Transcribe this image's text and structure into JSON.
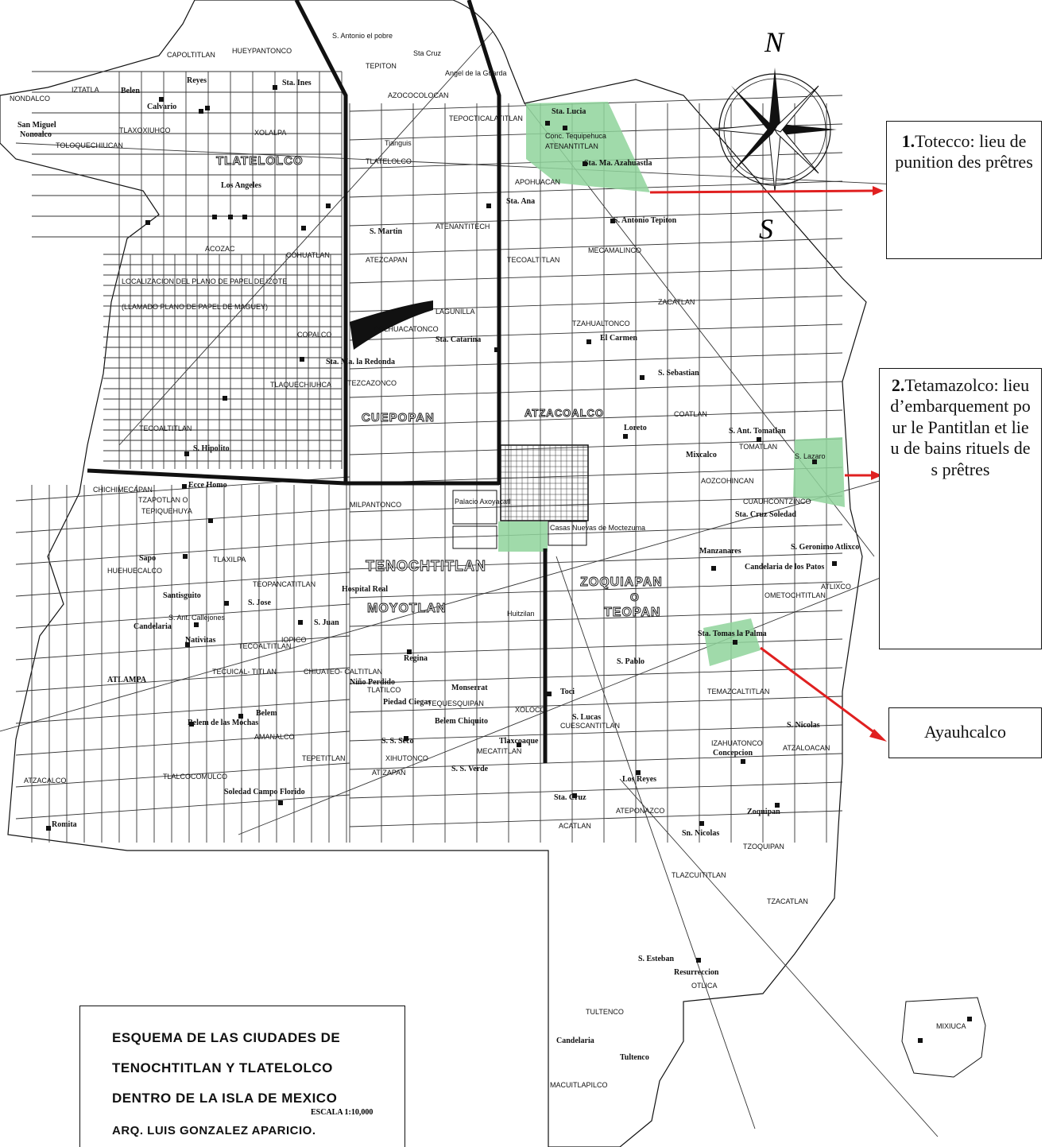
{
  "legend": {
    "line1": "ESQUEMA DE LAS CIUDADES DE",
    "line2": "TENOCHTITLAN Y TLATELOLCO",
    "line3": "DENTRO DE LA ISLA DE MEXICO",
    "scale": "ESCALA 1:10,000",
    "author": "ARQ. LUIS GONZALEZ APARICIO."
  },
  "compass": {
    "north": "N",
    "south": "S"
  },
  "annotations": {
    "a1_num": "1.",
    "a1_text": "Totecco: lieu de punition des prêtres",
    "a2_num": "2.",
    "a2_text": "Tetamazolco: lieu d’embarquement pour le Pantitlan et lieu de bains rituels des prêtres",
    "a3_text": "Ayauhcalco"
  },
  "colors": {
    "highlight": "#8fd49b",
    "arrow": "#e02020",
    "ink": "#111111"
  },
  "districts": {
    "tlatelolco": "TLATELOLCO",
    "cuepopan": "CUEPOPAN",
    "atzacoalco": "ATZACOALCO",
    "tenochtitlan": "TENOCHTITLAN",
    "moyotlan": "MOYOTLAN",
    "zoquiapan": "ZOQUIAPAN",
    "o": "O",
    "teopan": "TEOPAN"
  },
  "places": [
    {
      "id": "nondalco",
      "text": "NONDALCO"
    },
    {
      "id": "san_miguel",
      "text": "San Miguel"
    },
    {
      "id": "nonoalco",
      "text": "Nonoalco"
    },
    {
      "id": "iztatla",
      "text": "IZTATLA"
    },
    {
      "id": "belen1",
      "text": "Belen"
    },
    {
      "id": "reyes",
      "text": "Reyes"
    },
    {
      "id": "calvario",
      "text": "Calvario"
    },
    {
      "id": "capoltitlan",
      "text": "CAPOLTITLAN"
    },
    {
      "id": "hueypantonco",
      "text": "HUEYPANTONCO"
    },
    {
      "id": "tepiton",
      "text": "TEPITON"
    },
    {
      "id": "s_antonio_pobre",
      "text": "S. Antonio el pobre"
    },
    {
      "id": "sta_cruz1",
      "text": "Sta Cruz"
    },
    {
      "id": "angel_guarda",
      "text": "Angel de la Guarda"
    },
    {
      "id": "azococolocan",
      "text": "AZOCOCOLOCAN"
    },
    {
      "id": "sta_ines",
      "text": "Sta. Ines"
    },
    {
      "id": "tlaxoxiuhco",
      "text": "TLAXOXIUHCO"
    },
    {
      "id": "xolalpa",
      "text": "XOLALPA"
    },
    {
      "id": "toloquechiucan",
      "text": "TOLOQUECHIUCAN"
    },
    {
      "id": "tianguis",
      "text": "Tianguis"
    },
    {
      "id": "tlatelolco_small",
      "text": "TLATELOLCO"
    },
    {
      "id": "tepocticalatitlan",
      "text": "TEPOCTICALATITLAN"
    },
    {
      "id": "sta_lucia",
      "text": "Sta. Lucia"
    },
    {
      "id": "conc_tequipehuca",
      "text": "Conc. Tequipehuca"
    },
    {
      "id": "atenantitlan",
      "text": "ATENANTITLAN"
    },
    {
      "id": "sta_ma_azahuastla",
      "text": "Sta. Ma. Azahuastla"
    },
    {
      "id": "apohuacan",
      "text": "APOHUACAN"
    },
    {
      "id": "los_angeles",
      "text": "Los Angeles"
    },
    {
      "id": "sta_ana",
      "text": "Sta. Ana"
    },
    {
      "id": "s_antonio_tepiton",
      "text": "S. Antonio Tepiton"
    },
    {
      "id": "s_martin",
      "text": "S. Martin"
    },
    {
      "id": "atenantitech",
      "text": "ATENANTITECH"
    },
    {
      "id": "acozac",
      "text": "ACOZAC"
    },
    {
      "id": "cohuatlan",
      "text": "COHUATLAN"
    },
    {
      "id": "atezcapan",
      "text": "ATEZCAPAN"
    },
    {
      "id": "tecoaltitlan1",
      "text": "TECOALTITLAN"
    },
    {
      "id": "mecamalinco",
      "text": "MECAMALINCO"
    },
    {
      "id": "localizacion",
      "text": "LOCALIZACION DEL PLANO DE PAPEL DE IZOTE"
    },
    {
      "id": "llamado",
      "text": "(LLAMADO PLANO DE PAPEL DE MAGUEY)"
    },
    {
      "id": "zacatlan",
      "text": "ZACATLAN"
    },
    {
      "id": "lagunilla",
      "text": "LAGUNILLA"
    },
    {
      "id": "copalco",
      "text": "COPALCO"
    },
    {
      "id": "colhuacatonco",
      "text": "COLHUACATONCO"
    },
    {
      "id": "tzahualtonco",
      "text": "TZAHUALTONCO"
    },
    {
      "id": "el_carmen",
      "text": "El Carmen"
    },
    {
      "id": "sta_catarina",
      "text": "Sta. Catarina"
    },
    {
      "id": "sta_ma_redonda",
      "text": "Sta. Ma. la Redonda"
    },
    {
      "id": "s_sebastian",
      "text": "S. Sebastian"
    },
    {
      "id": "tlaquechiuhca",
      "text": "TLAQUECHIUHCA"
    },
    {
      "id": "tezcazonco",
      "text": "TEZCAZONCO"
    },
    {
      "id": "coatlan",
      "text": "COATLAN"
    },
    {
      "id": "loreto",
      "text": "Loreto"
    },
    {
      "id": "tecoaltitlan2",
      "text": "TECOALTITLAN"
    },
    {
      "id": "s_ant_tomatlan",
      "text": "S. Ant. Tomatlan"
    },
    {
      "id": "tomatlan",
      "text": "TOMATLAN"
    },
    {
      "id": "s_hipolito",
      "text": "S. Hipolito"
    },
    {
      "id": "mixcalco",
      "text": "Mixcalco"
    },
    {
      "id": "s_lazaro",
      "text": "S. Lazaro"
    },
    {
      "id": "chichimecapan",
      "text": "CHICHIMECAPAN"
    },
    {
      "id": "ecce_homo",
      "text": "Ecce Homo"
    },
    {
      "id": "aozcohincan",
      "text": "AOZCOHINCAN"
    },
    {
      "id": "tzapotlan",
      "text": "TZAPOTLAN O"
    },
    {
      "id": "tepiquehuya",
      "text": "TEPIQUEHUYA"
    },
    {
      "id": "milpantonco",
      "text": "MILPANTONCO"
    },
    {
      "id": "palacio",
      "text": "Palacio Axoyacatl"
    },
    {
      "id": "cuauhcontzinco",
      "text": "CUAUHCONTZINCO"
    },
    {
      "id": "sta_cruz_soledad",
      "text": "Sta. Cruz Soledad"
    },
    {
      "id": "casas_nuevas",
      "text": "Casas Nuevas de Moctezuma"
    },
    {
      "id": "sapo",
      "text": "Sapo"
    },
    {
      "id": "huehuecalco",
      "text": "HUEHUECALCO"
    },
    {
      "id": "tlaxilpa",
      "text": "TLAXILPA"
    },
    {
      "id": "manzanares",
      "text": "Manzanares"
    },
    {
      "id": "s_geronimo",
      "text": "S. Geronimo Atlixco"
    },
    {
      "id": "candelaria_patos",
      "text": "Candelaria de los Patos"
    },
    {
      "id": "atlixco",
      "text": "ATLIXCO"
    },
    {
      "id": "teopancatitlan",
      "text": "TEOPANCATITLAN"
    },
    {
      "id": "hospital_real",
      "text": "Hospital Real"
    },
    {
      "id": "ometochtitlan",
      "text": "OMETOCHTITLAN"
    },
    {
      "id": "santisguito",
      "text": "Santisguito"
    },
    {
      "id": "s_jose",
      "text": "S. Jose"
    },
    {
      "id": "s_ant_callejones",
      "text": "S. Ant. Callejones"
    },
    {
      "id": "s_juan",
      "text": "S. Juan"
    },
    {
      "id": "candelaria1",
      "text": "Candelaria"
    },
    {
      "id": "nativitas",
      "text": "Nativitas"
    },
    {
      "id": "huitzilan",
      "text": "Huitzilan"
    },
    {
      "id": "sta_tomas_palma",
      "text": "Sta. Tomas la Palma"
    },
    {
      "id": "tecoaltitlan3",
      "text": "TECOALTITLAN"
    },
    {
      "id": "iopico",
      "text": "IOPICO"
    },
    {
      "id": "regina",
      "text": "Regina"
    },
    {
      "id": "s_pablo",
      "text": "S. Pablo"
    },
    {
      "id": "atlampa",
      "text": "ATLAMPA"
    },
    {
      "id": "tecuical_titlan",
      "text": "TECUICAL- TITLAN"
    },
    {
      "id": "chiuateo_caltitlan",
      "text": "CHIUATEO- CALTITLAN"
    },
    {
      "id": "nino_perdido",
      "text": "Niño Perdido"
    },
    {
      "id": "tlatilco",
      "text": "TLATILCO"
    },
    {
      "id": "monserrat",
      "text": "Monserrat"
    },
    {
      "id": "temazcaltitlan",
      "text": "TEMAZCALTITLAN"
    },
    {
      "id": "toci",
      "text": "Toci"
    },
    {
      "id": "belem1",
      "text": "Belem"
    },
    {
      "id": "piedad_ciegas",
      "text": "Piedad Ciegas"
    },
    {
      "id": "tequesquipan",
      "text": "TEQUESQUIPAN"
    },
    {
      "id": "xolocco",
      "text": "XOLOCO"
    },
    {
      "id": "belem_mochas",
      "text": "Belem de las Mochas"
    },
    {
      "id": "amanalco",
      "text": "AMANALCO"
    },
    {
      "id": "belem_chiquito",
      "text": "Belem Chiquito"
    },
    {
      "id": "s_lucas",
      "text": "S. Lucas"
    },
    {
      "id": "cuescantitlan",
      "text": "CUESCANTITLAN"
    },
    {
      "id": "s_nicolas1",
      "text": "S. Nicolas"
    },
    {
      "id": "s_s_seco",
      "text": "S. S. Seco"
    },
    {
      "id": "tlaxcoaque",
      "text": "Tlaxcoaque"
    },
    {
      "id": "izahuatonco",
      "text": "IZAHUATONCO"
    },
    {
      "id": "atzaloacan",
      "text": "ATZALOACAN"
    },
    {
      "id": "tepetitlan",
      "text": "TEPETITLAN"
    },
    {
      "id": "xihutonco",
      "text": "XIHUTONCO"
    },
    {
      "id": "mecatitlan",
      "text": "MECATITLAN"
    },
    {
      "id": "concepcion",
      "text": "Concepcion"
    },
    {
      "id": "s_s_verde",
      "text": "S. S. Verde"
    },
    {
      "id": "atzacalco",
      "text": "ATZACALCO"
    },
    {
      "id": "tlalcocomulco",
      "text": "TLALCOCOMULCO"
    },
    {
      "id": "atizapan",
      "text": "ATIZAPAN"
    },
    {
      "id": "los_reyes",
      "text": "Los Reyes"
    },
    {
      "id": "soledad_campo",
      "text": "Soledad Campo Florido"
    },
    {
      "id": "sta_cruz2",
      "text": "Sta. Cruz"
    },
    {
      "id": "ateponazco",
      "text": "ATEPONAZCO"
    },
    {
      "id": "zoquipan",
      "text": "Zoquipan"
    },
    {
      "id": "romita",
      "text": "Romita"
    },
    {
      "id": "acatlan",
      "text": "ACATLAN"
    },
    {
      "id": "sn_nicolas",
      "text": "Sn. Nicolas"
    },
    {
      "id": "tzoquipan",
      "text": "TZOQUIPAN"
    },
    {
      "id": "tlazcuititlan",
      "text": "TLAZCUITITLAN"
    },
    {
      "id": "tzacatlan",
      "text": "TZACATLAN"
    },
    {
      "id": "s_esteban",
      "text": "S. Esteban"
    },
    {
      "id": "resurreccion",
      "text": "Resurreccion"
    },
    {
      "id": "otlica",
      "text": "OTLICA"
    },
    {
      "id": "tultenco1",
      "text": "TULTENCO"
    },
    {
      "id": "candelaria2",
      "text": "Candelaria"
    },
    {
      "id": "tultenco2",
      "text": "Tultenco"
    },
    {
      "id": "mixiuca",
      "text": "MIXIUCA"
    },
    {
      "id": "macuitlapilco",
      "text": "MACUITLAPILCO"
    }
  ]
}
